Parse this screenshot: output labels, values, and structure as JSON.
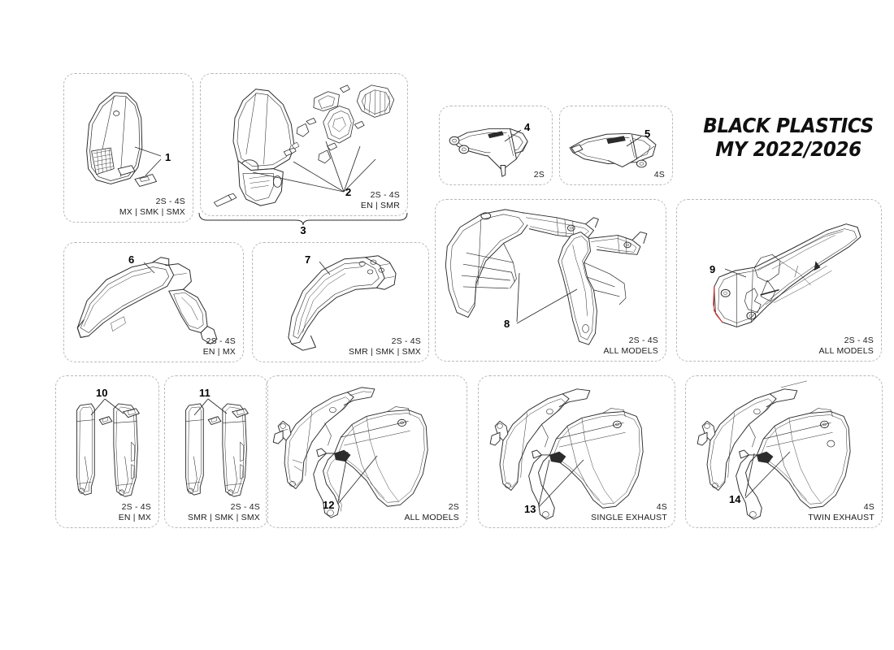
{
  "title": {
    "line1": "BLACK PLASTICS",
    "line2": "MY 2022/2026"
  },
  "group_bracket": {
    "label": "3"
  },
  "panels": [
    {
      "id": "panel-1",
      "number": "1",
      "caption_line1": "2S - 4S",
      "caption_line2": "MX | SMK | SMX",
      "part": "headlight-mask-with-grille"
    },
    {
      "id": "panel-2",
      "number": "2",
      "caption_line1": "2S - 4S",
      "caption_line2": "EN | SMR",
      "part": "headlight-assembly-with-hardware"
    },
    {
      "id": "panel-4",
      "number": "4",
      "caption_line1": "",
      "caption_line2": "2S",
      "part": "front-number-plate-bracket-2s"
    },
    {
      "id": "panel-5",
      "number": "5",
      "caption_line1": "",
      "caption_line2": "4S",
      "part": "front-number-plate-bracket-4s"
    },
    {
      "id": "panel-6",
      "number": "6",
      "caption_line1": "2S - 4S",
      "caption_line2": "EN | MX",
      "part": "front-fender-enduro-mx"
    },
    {
      "id": "panel-7",
      "number": "7",
      "caption_line1": "2S - 4S",
      "caption_line2": "SMR | SMK | SMX",
      "part": "front-fender-supermoto"
    },
    {
      "id": "panel-8",
      "number": "8",
      "caption_line1": "2S - 4S",
      "caption_line2": "ALL MODELS",
      "part": "rear-subframe-side-panels"
    },
    {
      "id": "panel-9",
      "number": "9",
      "caption_line1": "2S - 4S",
      "caption_line2": "ALL MODELS",
      "part": "rear-fender-tail-section"
    },
    {
      "id": "panel-10",
      "number": "10",
      "caption_line1": "2S - 4S",
      "caption_line2": "EN | MX",
      "part": "fork-guards-enduro-mx"
    },
    {
      "id": "panel-11",
      "number": "11",
      "caption_line1": "2S - 4S",
      "caption_line2": "SMR | SMK | SMX",
      "part": "fork-guards-supermoto"
    },
    {
      "id": "panel-12",
      "number": "12",
      "caption_line1": "2S",
      "caption_line2": "ALL MODELS",
      "part": "side-panels-2s-all-models"
    },
    {
      "id": "panel-13",
      "number": "13",
      "caption_line1": "4S",
      "caption_line2": "SINGLE EXHAUST",
      "part": "side-panels-4s-single-exhaust"
    },
    {
      "id": "panel-14",
      "number": "14",
      "caption_line1": "4S",
      "caption_line2": "TWIN EXHAUST",
      "part": "side-panels-4s-twin-exhaust"
    }
  ],
  "colors": {
    "line": "#2b2b2b",
    "panel_border": "#b9b9b9",
    "accent_red": "#e03a3a",
    "background": "#ffffff"
  }
}
